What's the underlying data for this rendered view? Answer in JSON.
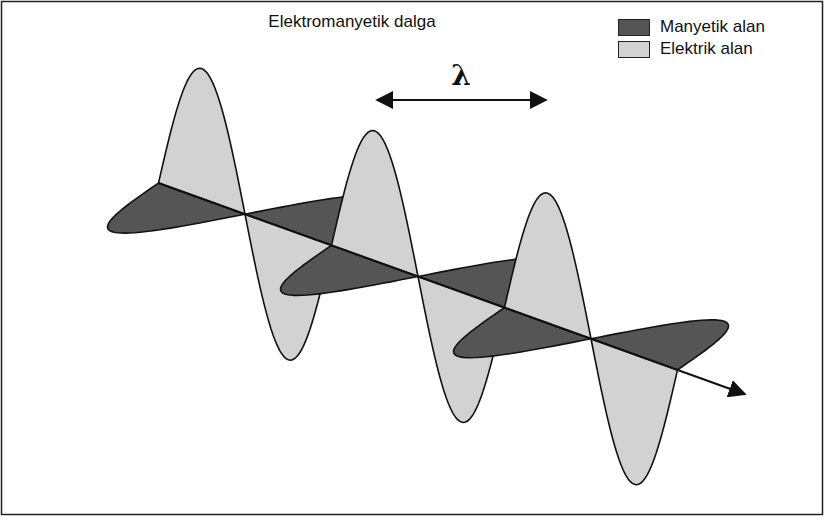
{
  "diagram": {
    "title": "Elektromanyetik dalga",
    "labels": [
      "λ"
    ],
    "legend": [
      {
        "text": "Manyetik alan",
        "color": "#555555"
      },
      {
        "text": "Elektrik alan",
        "color": "#d2d2d2"
      }
    ]
  }
}
